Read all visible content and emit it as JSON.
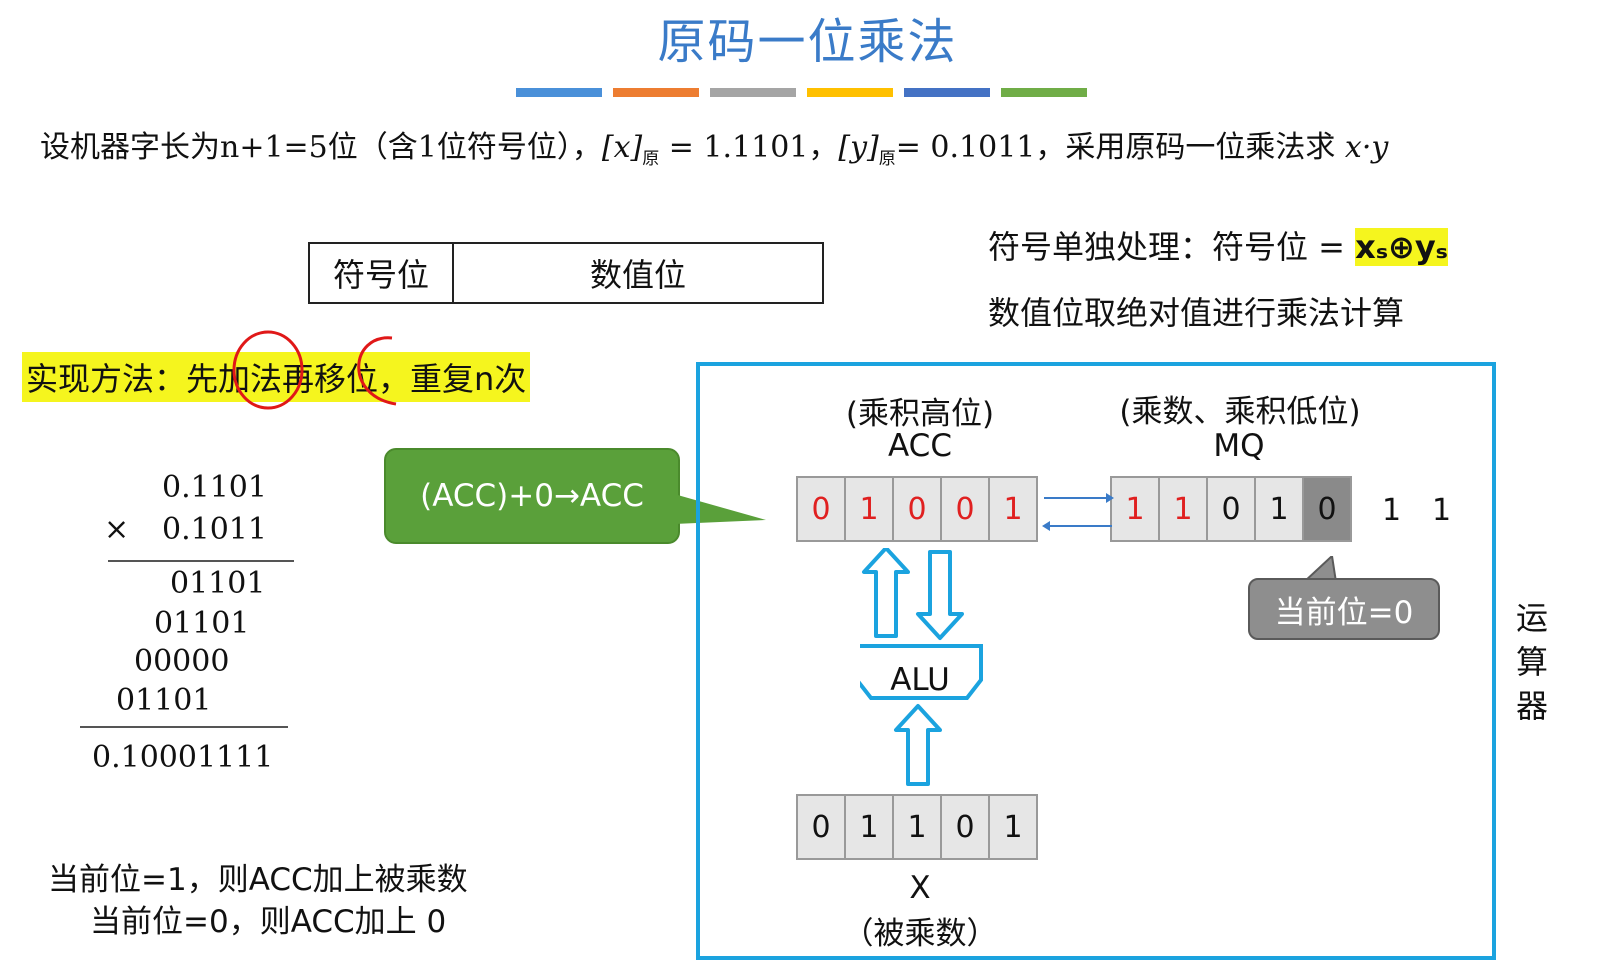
{
  "title": "原码一位乘法",
  "colors": {
    "title": "#3a7bc8",
    "frame": "#1ba3df",
    "highlight": "#f5f51e",
    "callout_green": "#5aa03a",
    "callout_gray": "#8e8e8e",
    "bit_red": "#e02020",
    "stripes": [
      "#4a90d9",
      "#ed7d31",
      "#a5a5a5",
      "#ffc000",
      "#4472c4",
      "#70ad47"
    ]
  },
  "problem": {
    "prefix": "设机器字长为n+1=5位（含1位符号位），",
    "x_label": "[x]",
    "sub": "原",
    "x_value": " = 1.1101，",
    "y_label": "[y]",
    "y_value": "= 0.1011，采用原码一位乘法求 ",
    "target": "x·y"
  },
  "format_box": {
    "sign": "符号位",
    "value": "数值位"
  },
  "sign_rule": {
    "prefix": "符号单独处理：符号位 = ",
    "formula": "xₛ⊕yₛ"
  },
  "value_rule": "数值位取绝对值进行乘法计算",
  "method": "实现方法：先加法再移位，重复n次",
  "manual_calc": {
    "multiplicand": "0.1101",
    "op": "×",
    "multiplier": "0.1011",
    "partials": [
      "01101",
      "01101",
      "00000",
      "01101"
    ],
    "result": "0.10001111"
  },
  "rules": [
    "当前位=1，则ACC加上被乘数",
    "当前位=0，则ACC加上 0"
  ],
  "callout_green": "(ACC)+0→ACC",
  "acc": {
    "caption": "(乘积高位)",
    "name": "ACC",
    "bits": [
      "0",
      "1",
      "0",
      "0",
      "1"
    ],
    "red": [
      true,
      true,
      true,
      true,
      true
    ]
  },
  "mq": {
    "caption": "(乘数、乘积低位)",
    "name": "MQ",
    "bits": [
      "1",
      "1",
      "0",
      "1",
      "0"
    ],
    "red": [
      true,
      true,
      false,
      false,
      false
    ],
    "current_index": 4,
    "shifted_out": [
      "1",
      "1"
    ]
  },
  "callout_gray": "当前位=0",
  "alu": "ALU",
  "x_reg": {
    "bits": [
      "0",
      "1",
      "1",
      "0",
      "1"
    ],
    "name": "X",
    "caption": "（被乘数）"
  },
  "frame_label": [
    "运",
    "算",
    "器"
  ]
}
